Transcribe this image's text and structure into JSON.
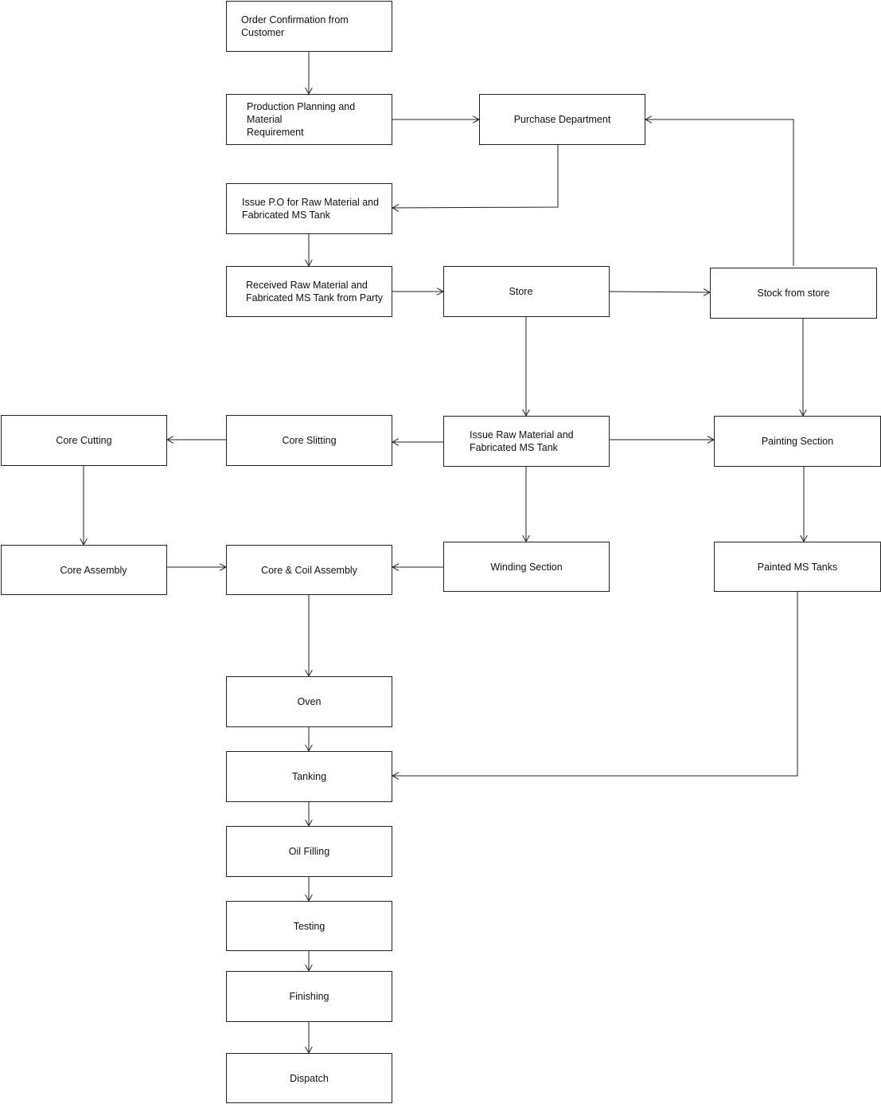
{
  "nodes": {
    "order": {
      "label": "Order Confirmation from Customer"
    },
    "planning": {
      "label": "Production Planning and Material\nRequirement"
    },
    "purchase": {
      "label": "Purchase Department"
    },
    "issue_po": {
      "label": "Issue P.O for Raw Material and\nFabricated MS Tank"
    },
    "received": {
      "label": "Received Raw Material and\nFabricated MS Tank from Party"
    },
    "store": {
      "label": "Store"
    },
    "stock": {
      "label": "Stock from store"
    },
    "issue_raw": {
      "label": "Issue Raw Material and\nFabricated MS Tank"
    },
    "slitting": {
      "label": "Core Slitting"
    },
    "cutting": {
      "label": "Core Cutting"
    },
    "painting": {
      "label": "Painting Section"
    },
    "core_asm": {
      "label": "Core Assembly"
    },
    "coil_asm": {
      "label": "Core & Coil Assembly"
    },
    "winding": {
      "label": "Winding Section"
    },
    "painted": {
      "label": "Painted MS Tanks"
    },
    "oven": {
      "label": "Oven"
    },
    "tanking": {
      "label": "Tanking"
    },
    "oil": {
      "label": "Oil Filling"
    },
    "testing": {
      "label": "Testing"
    },
    "finishing": {
      "label": "Finishing"
    },
    "dispatch": {
      "label": "Dispatch"
    }
  },
  "edges": [
    {
      "from": "order",
      "to": "planning"
    },
    {
      "from": "planning",
      "to": "purchase"
    },
    {
      "from": "purchase",
      "to": "issue_po"
    },
    {
      "from": "issue_po",
      "to": "received"
    },
    {
      "from": "received",
      "to": "store"
    },
    {
      "from": "store",
      "to": "stock"
    },
    {
      "from": "stock",
      "to": "purchase"
    },
    {
      "from": "store",
      "to": "issue_raw"
    },
    {
      "from": "stock",
      "to": "painting"
    },
    {
      "from": "issue_raw",
      "to": "slitting"
    },
    {
      "from": "slitting",
      "to": "cutting"
    },
    {
      "from": "issue_raw",
      "to": "painting"
    },
    {
      "from": "issue_raw",
      "to": "winding"
    },
    {
      "from": "cutting",
      "to": "core_asm"
    },
    {
      "from": "core_asm",
      "to": "coil_asm"
    },
    {
      "from": "winding",
      "to": "coil_asm"
    },
    {
      "from": "painting",
      "to": "painted"
    },
    {
      "from": "coil_asm",
      "to": "oven"
    },
    {
      "from": "oven",
      "to": "tanking"
    },
    {
      "from": "painted",
      "to": "tanking"
    },
    {
      "from": "tanking",
      "to": "oil"
    },
    {
      "from": "oil",
      "to": "testing"
    },
    {
      "from": "testing",
      "to": "finishing"
    },
    {
      "from": "finishing",
      "to": "dispatch"
    }
  ]
}
